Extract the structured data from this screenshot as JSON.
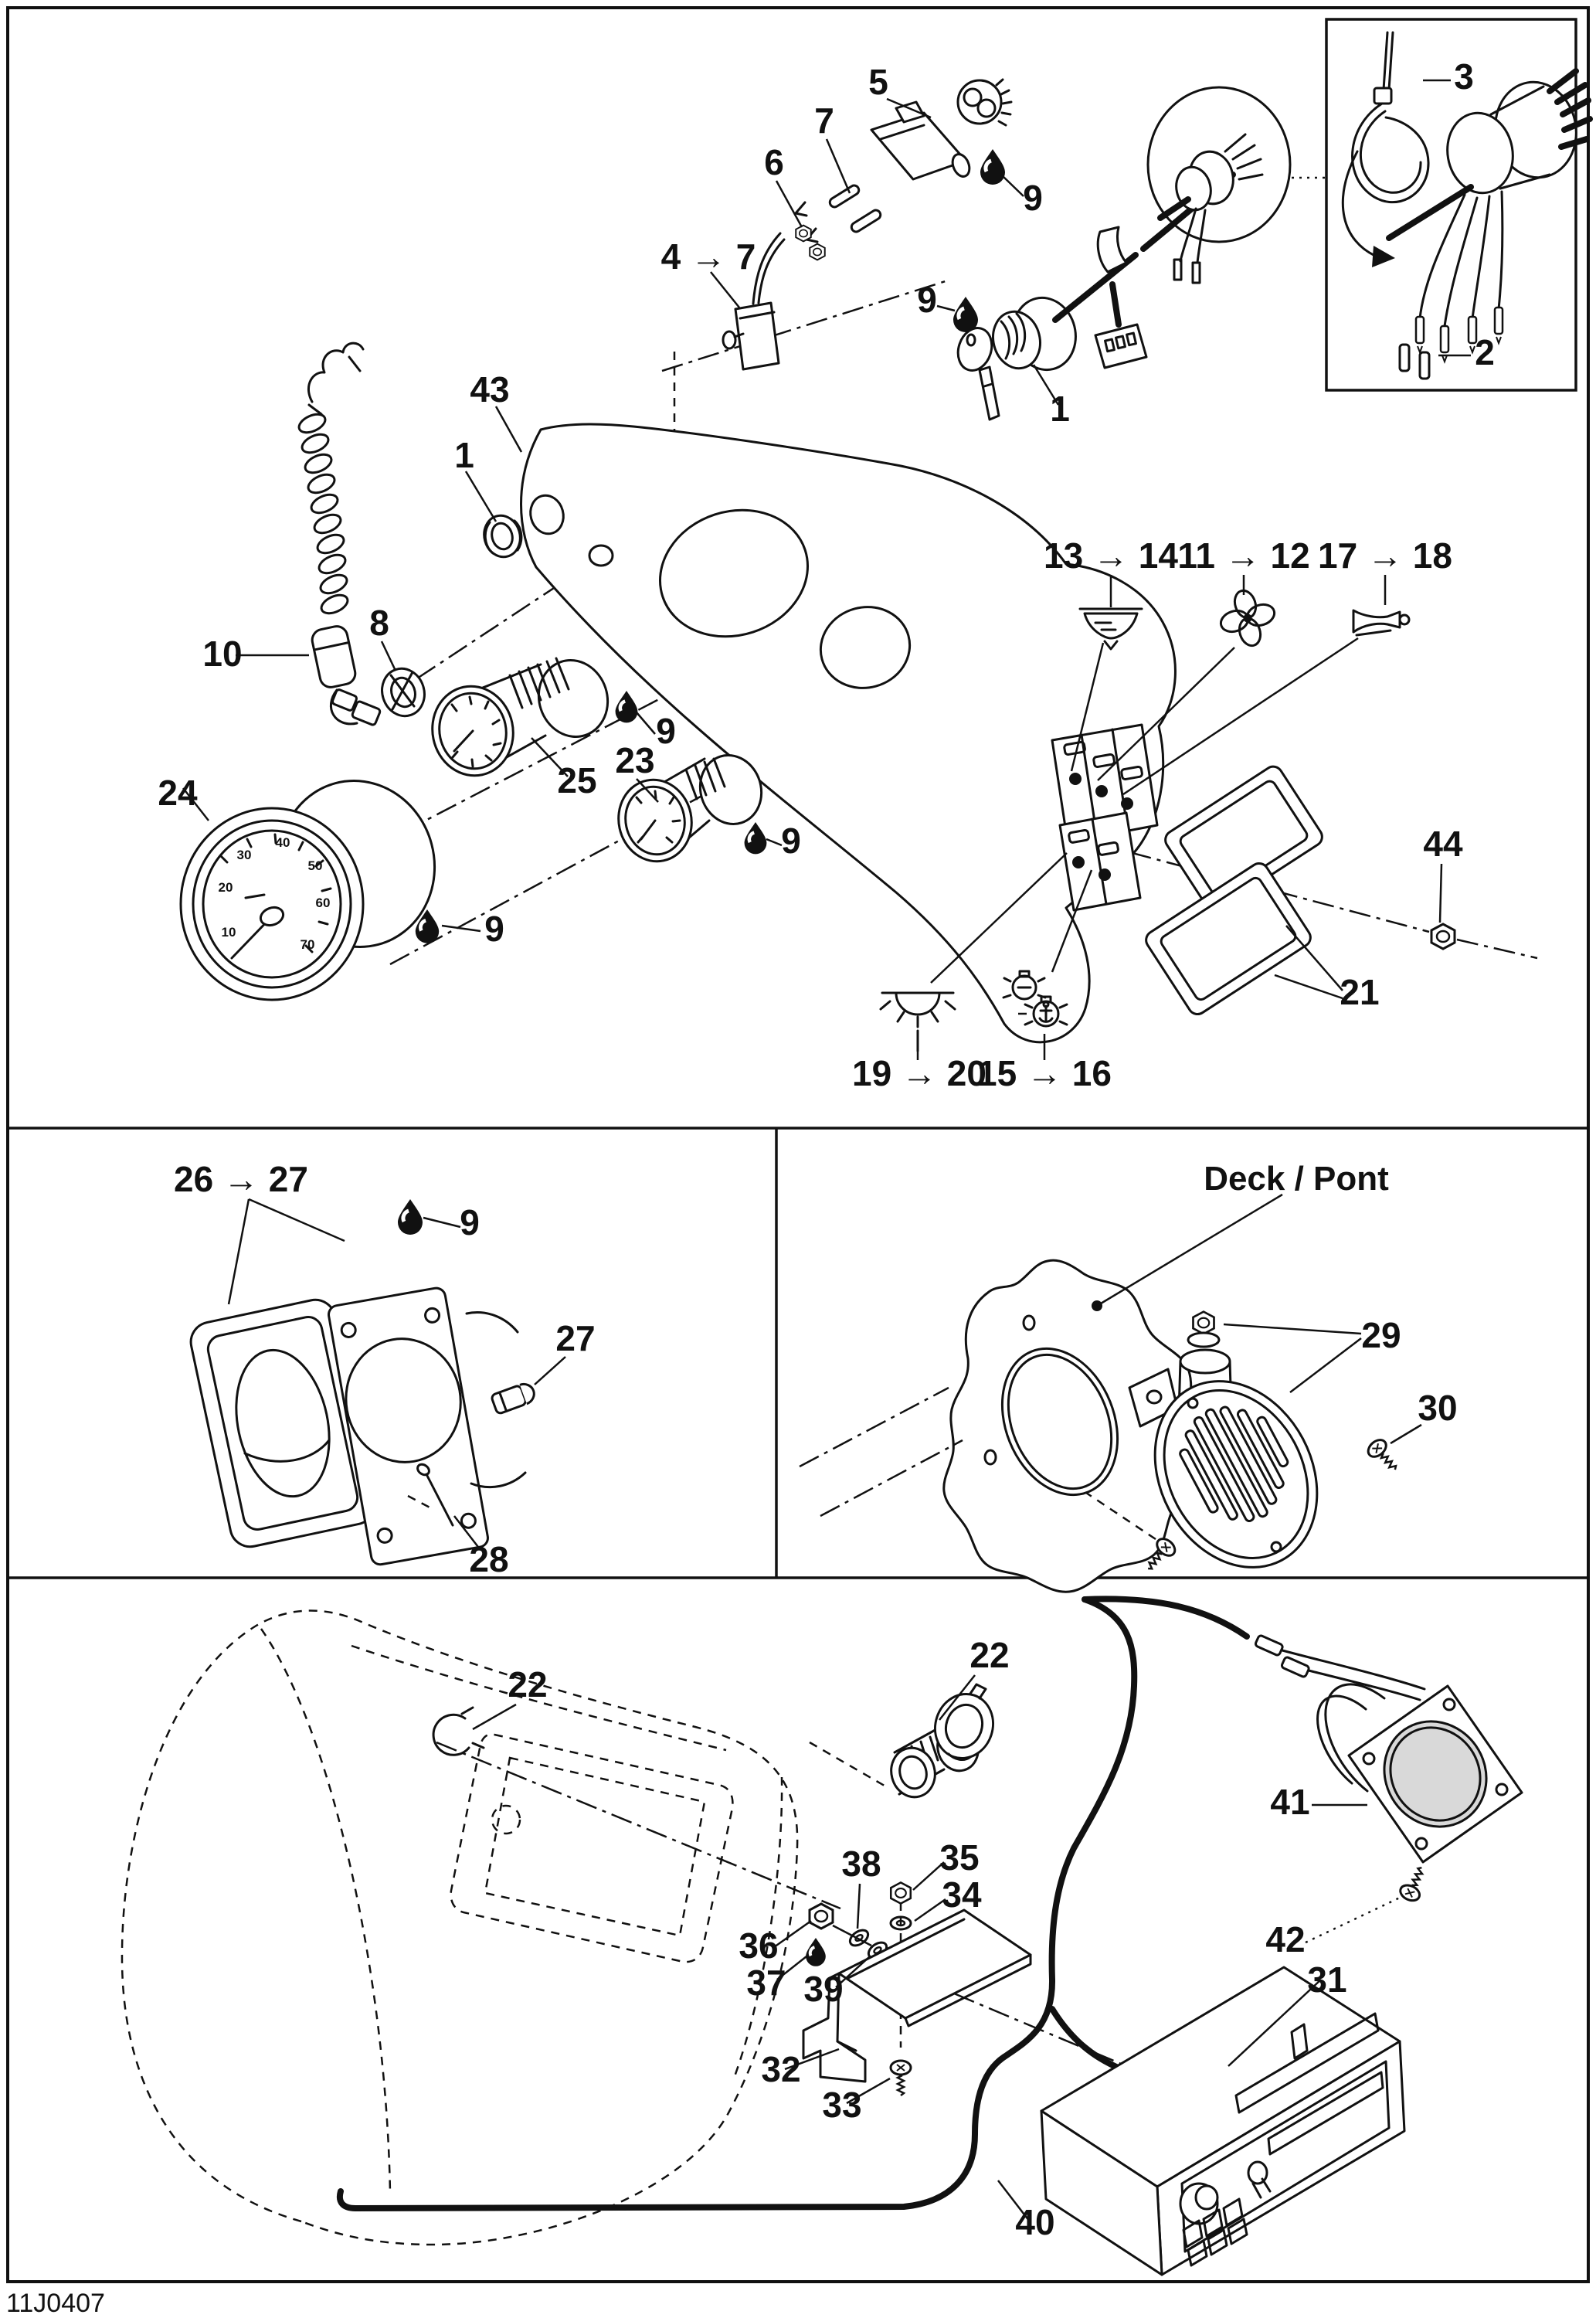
{
  "page": {
    "code": "11J0407"
  },
  "sections": {
    "deck_title": "Deck / Pont"
  },
  "speedometer": {
    "scale": [
      "10",
      "20",
      "30",
      "40",
      "50",
      "60",
      "70"
    ]
  },
  "icons": {
    "lubricant_drop": "black teardrop marker (apply lubricant)",
    "bilge_pump": "bilge pump switch glyph",
    "fan": "blower fan switch glyph",
    "horn": "horn trumpet switch glyph",
    "masthead_light": "half-sun navigation light glyph",
    "nav_light": "round light with rays glyph",
    "anchor_light": "round light with anchor glyph",
    "cable_tie": "cable tie / tie-wrap",
    "magnifier": "detail magnifier circle"
  },
  "callouts": [
    {
      "id": "5",
      "text": "5"
    },
    {
      "id": "7",
      "text": "7"
    },
    {
      "id": "6",
      "text": "6"
    },
    {
      "id": "9a",
      "text": "9"
    },
    {
      "id": "9b",
      "text": "9"
    },
    {
      "id": "4-7",
      "text": "4 → 7"
    },
    {
      "id": "1a",
      "text": "1"
    },
    {
      "id": "3",
      "text": "3"
    },
    {
      "id": "2",
      "text": "2"
    },
    {
      "id": "43",
      "text": "43"
    },
    {
      "id": "1b",
      "text": "1"
    },
    {
      "id": "10",
      "text": "10"
    },
    {
      "id": "8",
      "text": "8"
    },
    {
      "id": "9c",
      "text": "9"
    },
    {
      "id": "25",
      "text": "25"
    },
    {
      "id": "23",
      "text": "23"
    },
    {
      "id": "9d",
      "text": "9"
    },
    {
      "id": "24",
      "text": "24"
    },
    {
      "id": "9e",
      "text": "9"
    },
    {
      "id": "13-14",
      "text": "13 → 14"
    },
    {
      "id": "11-12",
      "text": "11 → 12"
    },
    {
      "id": "17-18",
      "text": "17 → 18"
    },
    {
      "id": "19-20",
      "text": "19 → 20"
    },
    {
      "id": "15-16",
      "text": "15 → 16"
    },
    {
      "id": "21",
      "text": "21"
    },
    {
      "id": "44",
      "text": "44"
    },
    {
      "id": "26-27",
      "text": "26 → 27"
    },
    {
      "id": "9f",
      "text": "9"
    },
    {
      "id": "27",
      "text": "27"
    },
    {
      "id": "28",
      "text": "28"
    },
    {
      "id": "29",
      "text": "29"
    },
    {
      "id": "30",
      "text": "30"
    },
    {
      "id": "22a",
      "text": "22"
    },
    {
      "id": "22b",
      "text": "22"
    },
    {
      "id": "38",
      "text": "38"
    },
    {
      "id": "35",
      "text": "35"
    },
    {
      "id": "34",
      "text": "34"
    },
    {
      "id": "36",
      "text": "36"
    },
    {
      "id": "37",
      "text": "37"
    },
    {
      "id": "39",
      "text": "39"
    },
    {
      "id": "32",
      "text": "32"
    },
    {
      "id": "33",
      "text": "33"
    },
    {
      "id": "40",
      "text": "40"
    },
    {
      "id": "31",
      "text": "31"
    },
    {
      "id": "41",
      "text": "41"
    },
    {
      "id": "42",
      "text": "42"
    }
  ]
}
